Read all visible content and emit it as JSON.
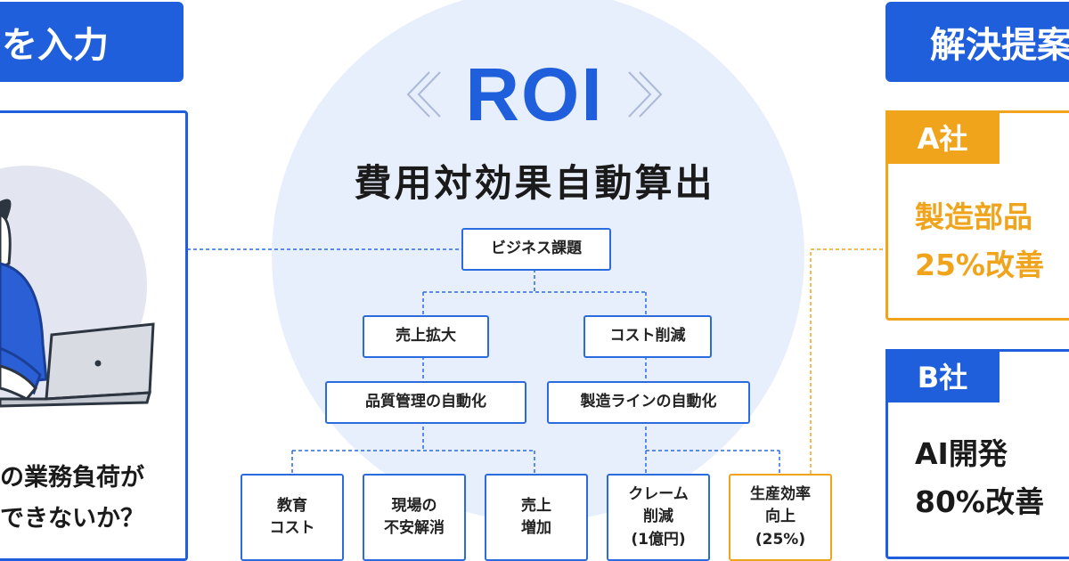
{
  "left": {
    "tab_label": "を入力",
    "question_line1": "の業務負荷が",
    "question_line2": "できないか？"
  },
  "center": {
    "roi_title": "ROI",
    "subtitle": "費用対効果自動算出"
  },
  "tree": {
    "root": "ビジネス課題",
    "sales_expand": "売上拡大",
    "cost_reduce": "コスト削減",
    "quality_auto": "品質管理の自動化",
    "line_auto": "製造ラインの自動化",
    "leaf_education": "教育\nコスト",
    "leaf_anxiety": "現場の\n不安解消",
    "leaf_sales_up": "売上\n増加",
    "leaf_claims": "クレーム\n削減\n(1億円)",
    "leaf_efficiency": "生産効率\n向上\n(25%)"
  },
  "right": {
    "tab_label": "解決提案",
    "company_a": {
      "label": "A社",
      "line1": "製造部品",
      "line2": "25%改善"
    },
    "company_b": {
      "label": "B社",
      "line1": "AI開発",
      "line2": "80%改善"
    }
  },
  "colors": {
    "brand_blue": "#1f5fdc",
    "accent_orange": "#f0a41c",
    "circle_bg": "#e8effc"
  }
}
